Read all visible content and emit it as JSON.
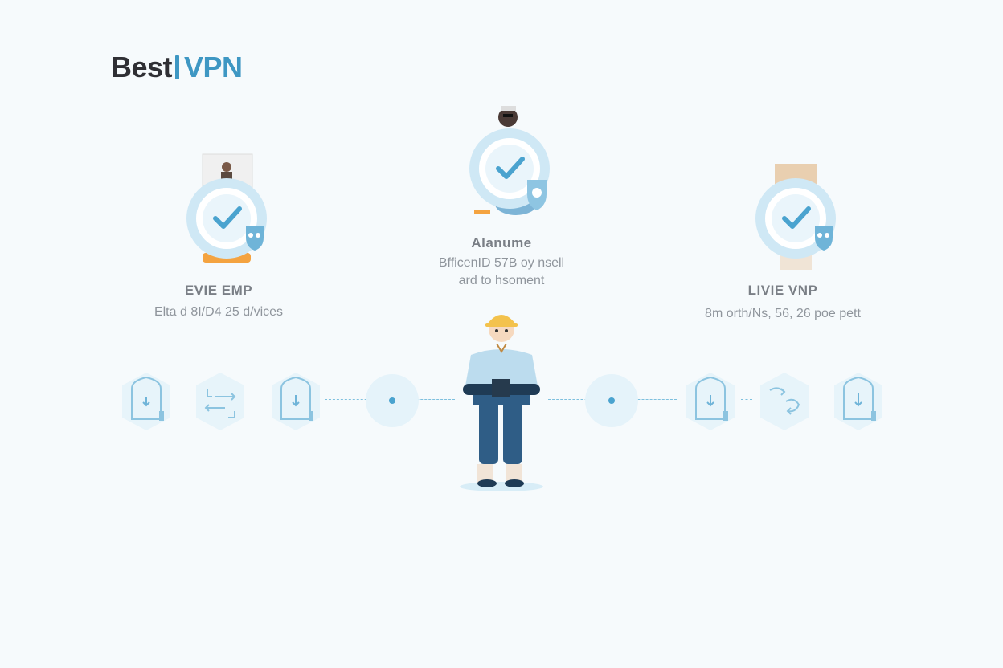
{
  "brand": {
    "part1": "Best",
    "part2": "VPN"
  },
  "features": [
    {
      "title": "EVIE EMP",
      "desc": "Elta d 8I/D4 25 d/vices"
    },
    {
      "title": "Alanume",
      "desc_line1": "BfficenID 57B oy nsell",
      "desc_line2": "ard to hsoment"
    },
    {
      "title": "LIVIE VNP",
      "desc": "8m orth/Ns, 56, 26 poe pett"
    }
  ],
  "colors": {
    "accent": "#3e97c3",
    "light_blue": "#e5f3fa",
    "text_gray": "#8f959c",
    "dark": "#2f2f34"
  },
  "icons": [
    "check-circle-icon",
    "shield-icon",
    "door-device-icon",
    "arrows-swap-icon",
    "person-icon"
  ]
}
